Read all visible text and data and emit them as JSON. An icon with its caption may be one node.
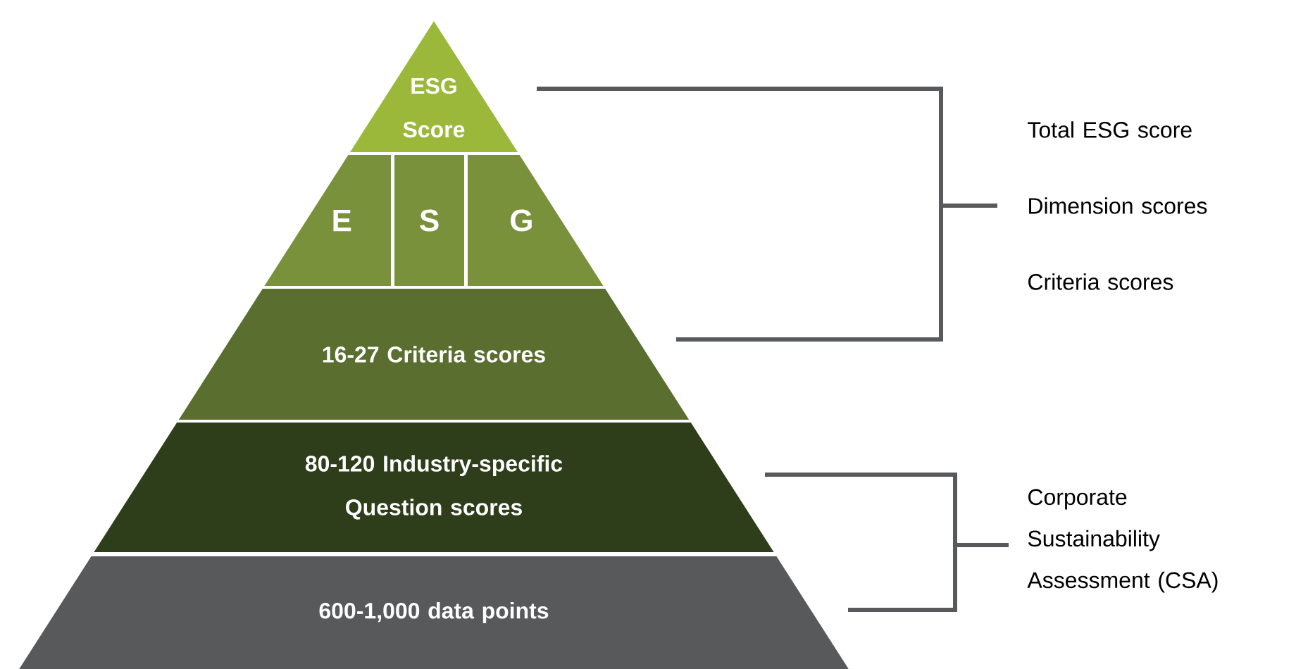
{
  "diagram": {
    "nodes": [
      {
        "text": [
          "ESG Score"
        ]
      },
      {
        "text": [
          "E"
        ]
      },
      {
        "text": [
          "S"
        ]
      },
      {
        "text": [
          "G"
        ]
      },
      {
        "text": [
          "16-27 Criteria scores"
        ]
      },
      {
        "text": [
          "80-120 Industry-specific Question scores"
        ]
      },
      {
        "text": [
          "600-1,000 data points"
        ]
      }
    ],
    "labels": [
      "Total ESG score",
      "Dimension scores",
      "Criteria scores",
      "Corporate Sustainability Assessment (CSA)"
    ]
  }
}
